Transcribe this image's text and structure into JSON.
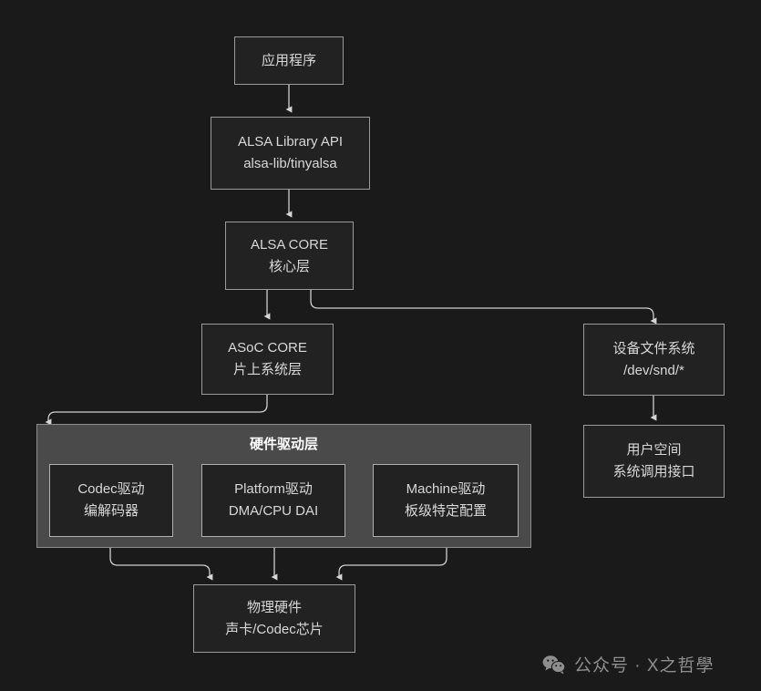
{
  "diagram": {
    "background_color": "#1a1a1a",
    "node_fill": "#222222",
    "node_border": "#9a9a9a",
    "panel_fill": "#4a4a4a",
    "text_color": "#d8d8d8",
    "edge_color": "#cccccc",
    "nodes": {
      "app": {
        "line1": "应用程序",
        "line2": ""
      },
      "alsa_lib": {
        "line1": "ALSA Library API",
        "line2": "alsa-lib/tinyalsa"
      },
      "alsa_core": {
        "line1": "ALSA CORE",
        "line2": "核心层"
      },
      "asoc_core": {
        "line1": "ASoC CORE",
        "line2": "片上系统层"
      },
      "devfs": {
        "line1": "设备文件系统",
        "line2": "/dev/snd/*"
      },
      "userspace": {
        "line1": "用户空间",
        "line2": "系统调用接口"
      },
      "codec": {
        "line1": "Codec驱动",
        "line2": "编解码器"
      },
      "platform": {
        "line1": "Platform驱动",
        "line2": "DMA/CPU DAI"
      },
      "machine": {
        "line1": "Machine驱动",
        "line2": "板级特定配置"
      },
      "hardware": {
        "line1": "物理硬件",
        "line2": "声卡/Codec芯片"
      }
    },
    "panel": {
      "title": "硬件驱动层"
    }
  },
  "watermark": {
    "icon": "wechat-icon",
    "text": "公众号 · X之哲學"
  }
}
